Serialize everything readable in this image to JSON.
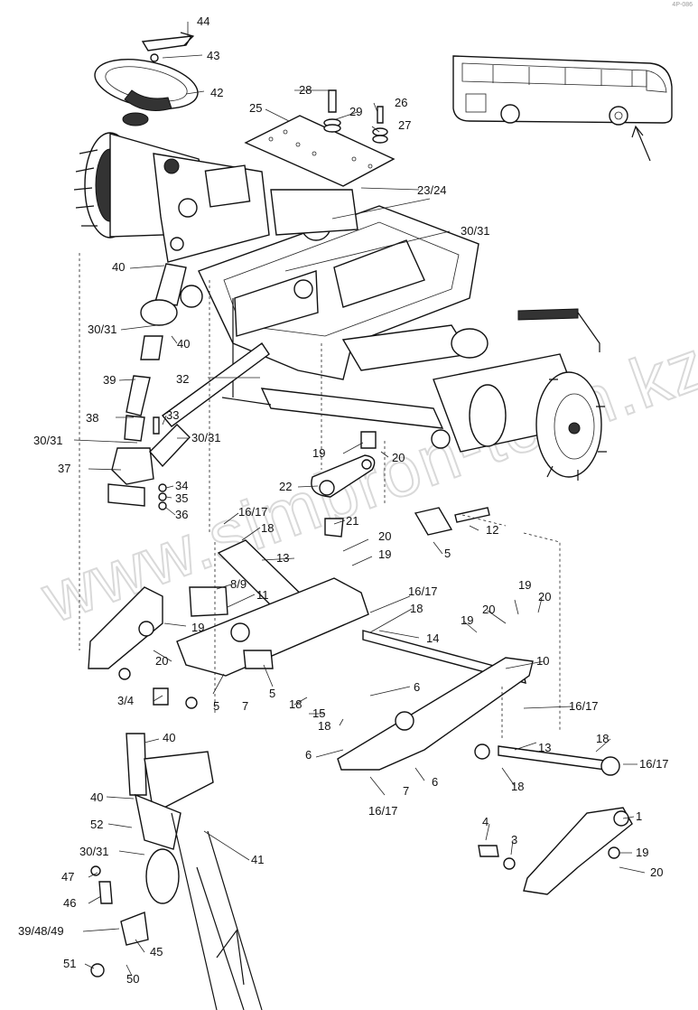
{
  "watermark": "www.simbron-tech.kz",
  "corner_mark": "4P-086",
  "part_labels": [
    "44",
    "43",
    "42",
    "28",
    "29",
    "26",
    "27",
    "25",
    "23/24",
    "30/31",
    "40",
    "30/31",
    "40",
    "39",
    "32",
    "38",
    "33",
    "30/31",
    "30/31",
    "37",
    "34",
    "35",
    "36",
    "19",
    "20",
    "22",
    "21",
    "20",
    "19",
    "12",
    "5",
    "16/17",
    "18",
    "13",
    "8/9",
    "11",
    "19",
    "20",
    "5",
    "7",
    "5",
    "3/4",
    "16/17",
    "18",
    "14",
    "19",
    "20",
    "20",
    "19",
    "10",
    "18",
    "15",
    "18",
    "6",
    "6",
    "16/17",
    "6",
    "7",
    "16/17",
    "18",
    "13",
    "18",
    "16/17",
    "1",
    "4",
    "3",
    "19",
    "20",
    "40",
    "40",
    "52",
    "30/31",
    "41",
    "47",
    "46",
    "39/48/49",
    "45",
    "51",
    "50"
  ]
}
